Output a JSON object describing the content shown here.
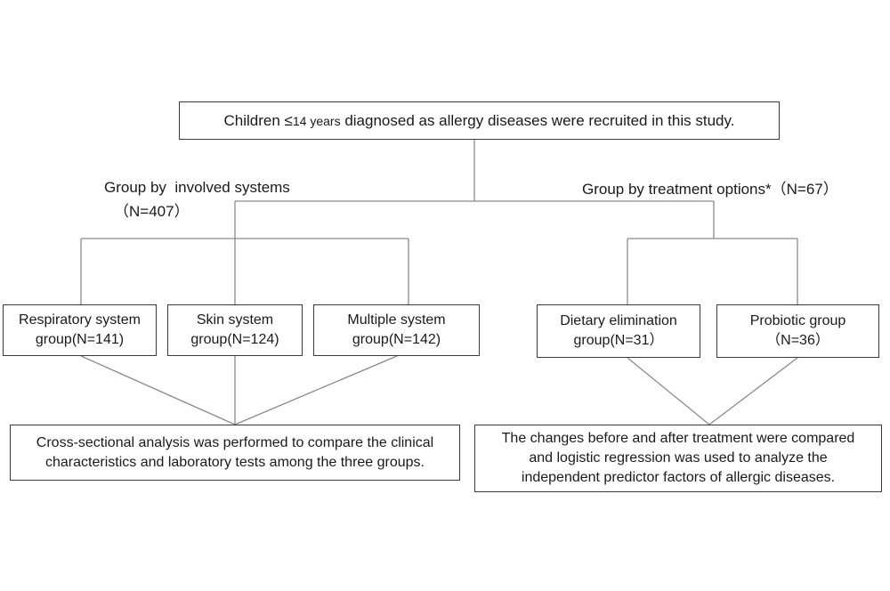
{
  "top_box": {
    "prefix": "Children ≤",
    "age": "14 years",
    "suffix": " diagnosed as allergy diseases were recruited in this study."
  },
  "left_branch": {
    "label": "Group by  involved systems",
    "count": "（N=407）"
  },
  "right_branch": {
    "label": "Group by treatment options*（N=67）"
  },
  "groups": {
    "respiratory": {
      "line1": "Respiratory system",
      "line2": "group(N=141)"
    },
    "skin": {
      "line1": "Skin system",
      "line2": "group(N=124)"
    },
    "multiple": {
      "line1": "Multiple system",
      "line2": "group(N=142)"
    },
    "dietary": {
      "line1": "Dietary elimination",
      "line2": "group(N=31）"
    },
    "probiotic": {
      "line1": "Probiotic group",
      "line2": "（N=36）"
    }
  },
  "outcomes": {
    "cross_sectional": {
      "line1": "Cross-sectional analysis was performed to compare the clinical",
      "line2": "characteristics and laboratory tests among the three groups."
    },
    "treatment_changes": {
      "line1": "The changes before and after treatment were compared",
      "line2": "and logistic regression was used to analyze the",
      "line3": "independent predictor factors of allergic diseases."
    }
  }
}
